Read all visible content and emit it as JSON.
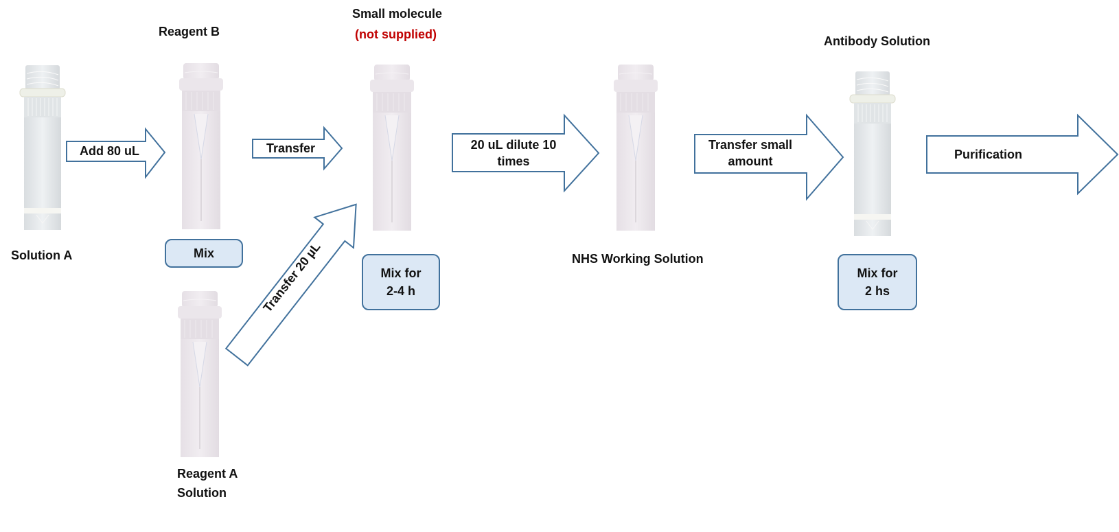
{
  "labels": {
    "solution_a": "Solution  A",
    "reagent_b": "Reagent B",
    "small_molecule": "Small molecule",
    "not_supplied": "(not supplied)",
    "antibody_solution": "Antibody Solution",
    "nhs_working_solution": "NHS Working Solution",
    "reagent_a_line1": "Reagent A",
    "reagent_a_line2": "Solution"
  },
  "arrows": {
    "add": "Add 80 uL",
    "transfer": "Transfer",
    "dilute_line1": "20 uL dilute 10",
    "dilute_line2": "times",
    "transfer_small_line1": "Transfer small",
    "transfer_small_line2": "amount",
    "purification": "Purification",
    "transfer_20": "Transfer 20 µL"
  },
  "boxes": {
    "mix": "Mix",
    "mix_2_4_line1": "Mix for",
    "mix_2_4_line2": "2-4  h",
    "mix_2_line1": "Mix for",
    "mix_2_line2": "2 hs"
  },
  "colors": {
    "arrow_stroke": "#41719c",
    "box_fill": "#dce8f5",
    "highlight": "#c00000"
  }
}
